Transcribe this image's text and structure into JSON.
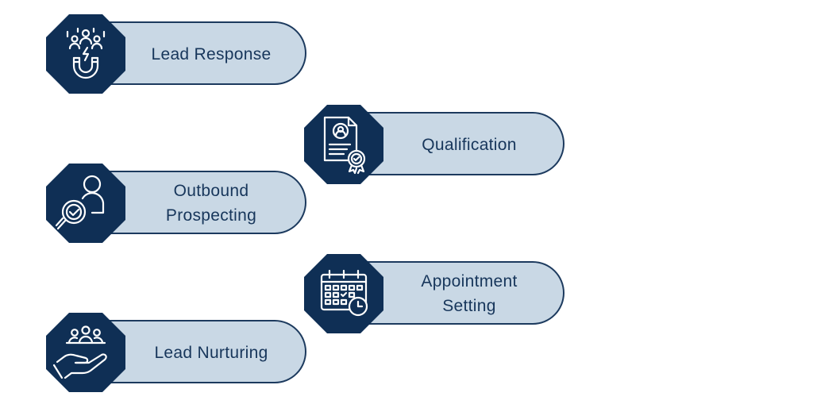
{
  "colors": {
    "badge": "#0f2f55",
    "pill_fill": "#c9d8e5",
    "pill_border": "#1c3a5e",
    "text": "#17365b",
    "background": "#ffffff"
  },
  "items": [
    {
      "label": "Lead Response",
      "icon": "magnet-people-icon"
    },
    {
      "label": "Qualification",
      "icon": "certificate-document-icon"
    },
    {
      "label": "Outbound\nProspecting",
      "icon": "person-search-check-icon"
    },
    {
      "label": "Appointment\nSetting",
      "icon": "calendar-clock-icon"
    },
    {
      "label": "Lead Nurturing",
      "icon": "hand-people-icon"
    }
  ]
}
